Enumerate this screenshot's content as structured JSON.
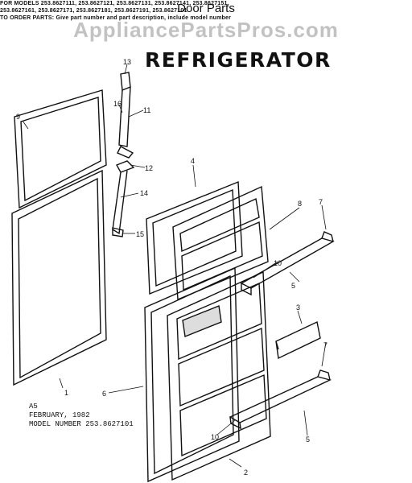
{
  "header": {
    "title": "Door Parts",
    "models_line1": "FOR MODELS 253.8627111, 253.8627121, 253.8627131, 253.8627141, 253.8627151,",
    "models_line2": "253.8627161, 253.8627171, 253.8627181, 253.8627191, 253.8627101",
    "models_line3": "TO ORDER PARTS: Give part number and part description, include model number"
  },
  "watermark": "AppliancePartsPros.com",
  "heading": "REFRIGERATOR",
  "callouts": [
    "1",
    "2",
    "3",
    "4",
    "5",
    "5",
    "6",
    "7",
    "7",
    "8",
    "9",
    "10",
    "10",
    "11",
    "12",
    "13",
    "14",
    "15",
    "16"
  ],
  "footer": {
    "code": "A5",
    "date": "FEBRUARY, 1982",
    "model": "MODEL NUMBER 253.8627101"
  }
}
